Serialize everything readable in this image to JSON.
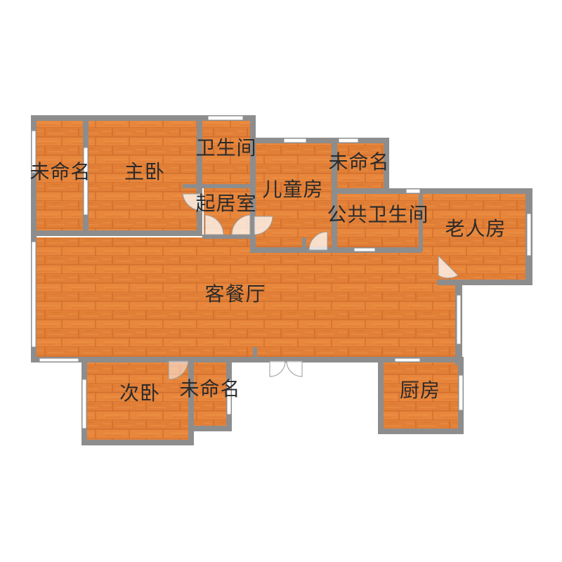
{
  "colors": {
    "wall": "#8d8d8d",
    "floor": "#e8873c",
    "floor_dark": "#c8652a",
    "floor_light": "#f09a52",
    "window": "#ffffff",
    "label": "#2b2b2b"
  },
  "rooms": [
    {
      "id": "unnamed-west",
      "label": "未命名"
    },
    {
      "id": "master-bedroom",
      "label": "主卧"
    },
    {
      "id": "bathroom",
      "label": "卫生间"
    },
    {
      "id": "unnamed-north",
      "label": "未命名"
    },
    {
      "id": "kids-room",
      "label": "儿童房"
    },
    {
      "id": "lounge",
      "label": "起居室"
    },
    {
      "id": "public-bathroom",
      "label": "公共卫生间"
    },
    {
      "id": "elder-room",
      "label": "老人房"
    },
    {
      "id": "living-dining",
      "label": "客餐厅"
    },
    {
      "id": "second-bedroom",
      "label": "次卧"
    },
    {
      "id": "unnamed-south",
      "label": "未命名"
    },
    {
      "id": "kitchen",
      "label": "厨房"
    }
  ]
}
